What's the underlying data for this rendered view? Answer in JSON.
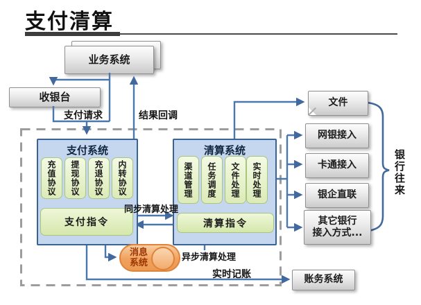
{
  "title": "支付清算",
  "nodes": {
    "business_system": "业务系统",
    "cashier": "收银台",
    "accounting_system": "账务系统"
  },
  "message_system": {
    "line1": "消息",
    "line2": "系统"
  },
  "payment_system": {
    "title": "支付系统",
    "protocols": [
      "充值协议",
      "提现协议",
      "充退协议",
      "内转协议"
    ],
    "instruction": "支付指令"
  },
  "clearing_system": {
    "title": "清算系统",
    "modules": [
      "渠道管理",
      "任务调度",
      "文件处理",
      "实时处理"
    ],
    "instruction": "清算指令"
  },
  "bank_access": {
    "file": "文件",
    "ebank": "网银接入",
    "card": "卡通接入",
    "direct": "银企直联",
    "other": "其它银行\n接入方式..."
  },
  "flow_labels": {
    "payment_request": "支付请求",
    "result_callback": "结果回调",
    "sync_clearing": "同步清算处理",
    "async_clearing": "异步清算处理",
    "realtime_booking": "实时记账",
    "bank_relations": "银行往来"
  },
  "colors": {
    "connector_blue": "#4a78ad",
    "system_fill": "#c5d7ef",
    "system_border": "#3a6394",
    "pill_fill": "#e4f0c8",
    "pill_border": "#a9c47f",
    "cylinder_fill": "#f0a15d",
    "cylinder_border": "#e0823a",
    "cylinder_text": "#9b3503",
    "dashed_border": "#9c9c9c"
  }
}
